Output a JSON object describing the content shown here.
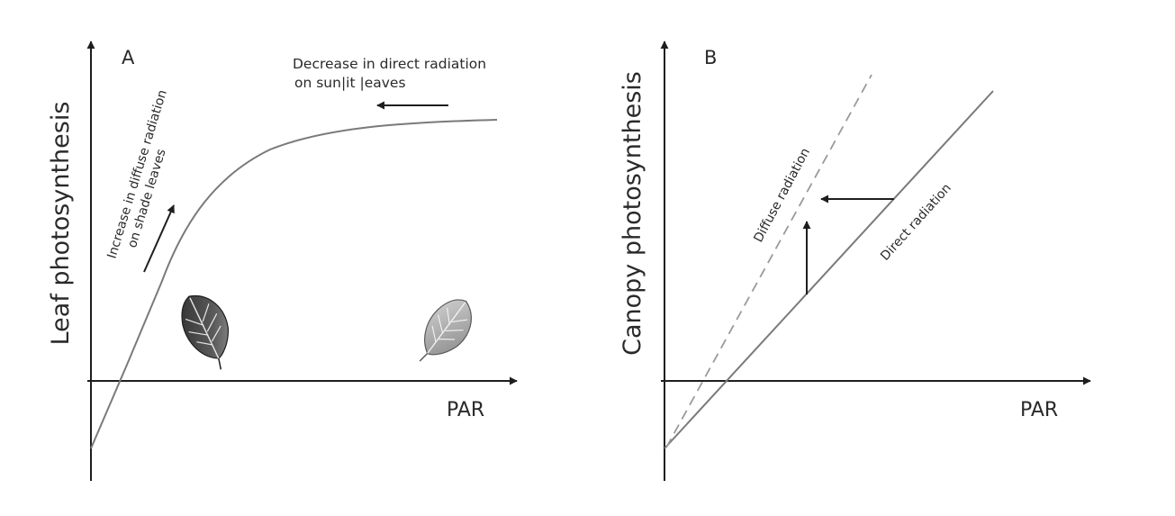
{
  "panels": {
    "a": {
      "letter": "A",
      "ylabel": "Leaf photosynthesis",
      "xlabel": "PAR",
      "note_direct_line1": "Decrease in direct radiation",
      "note_direct_line2": "on sun|it |eaves",
      "note_diffuse_line1": "Increase in diffuse radiation",
      "note_diffuse_line2": "on shade leaves",
      "leaf_shade_icon": "dark-leaf-icon",
      "leaf_sun_icon": "light-leaf-icon"
    },
    "b": {
      "letter": "B",
      "ylabel": "Canopy photosynthesis",
      "xlabel": "PAR",
      "line_diffuse_label": "Diffuse radiation",
      "line_direct_label": "Direct radiation"
    }
  },
  "colors": {
    "axis": "#1e1e1e",
    "curve": "#7a7a7a",
    "dashed": "#9a9a9a",
    "text": "#2a2a2a"
  }
}
